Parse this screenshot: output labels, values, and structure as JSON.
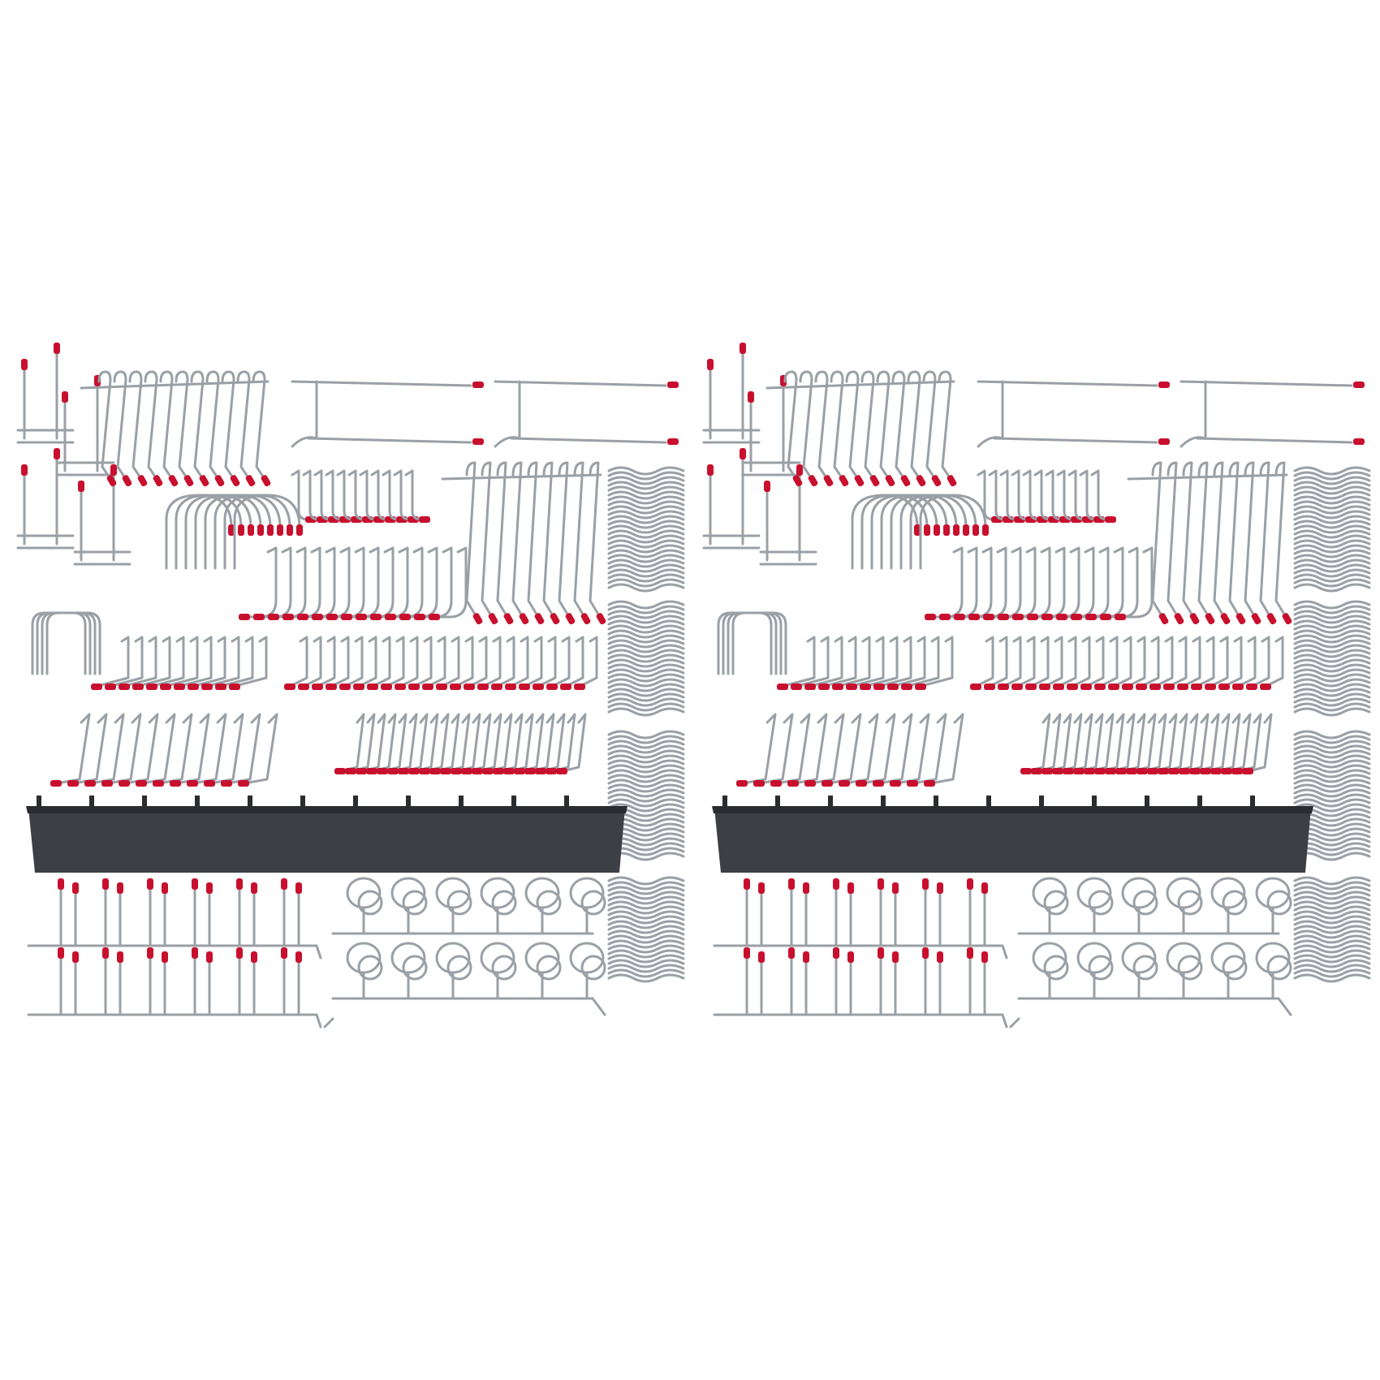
{
  "image": {
    "subject": "pegboard-hook-assortment",
    "panels": [
      {
        "id": "left-panel"
      },
      {
        "id": "right-panel"
      }
    ],
    "colors": {
      "background": "#ffffff",
      "metal": "#9aa0a6",
      "metal_dark": "#6f757b",
      "tip": "#c8102e",
      "bin": "#3c3f44",
      "bin_rim": "#2a2c30"
    },
    "item_groups": [
      {
        "name": "double-prong-hooks-small"
      },
      {
        "name": "straight-hooks-tall-row"
      },
      {
        "name": "long-double-rod-hooks"
      },
      {
        "name": "curved-j-hooks"
      },
      {
        "name": "l-hooks-short-row"
      },
      {
        "name": "l-hooks-long-row"
      },
      {
        "name": "tall-straight-hooks-right"
      },
      {
        "name": "u-bracket-hooks"
      },
      {
        "name": "spring-lock-clips-stack"
      },
      {
        "name": "plastic-bins"
      },
      {
        "name": "multi-prong-bars"
      },
      {
        "name": "ring-holder-bars"
      }
    ]
  }
}
